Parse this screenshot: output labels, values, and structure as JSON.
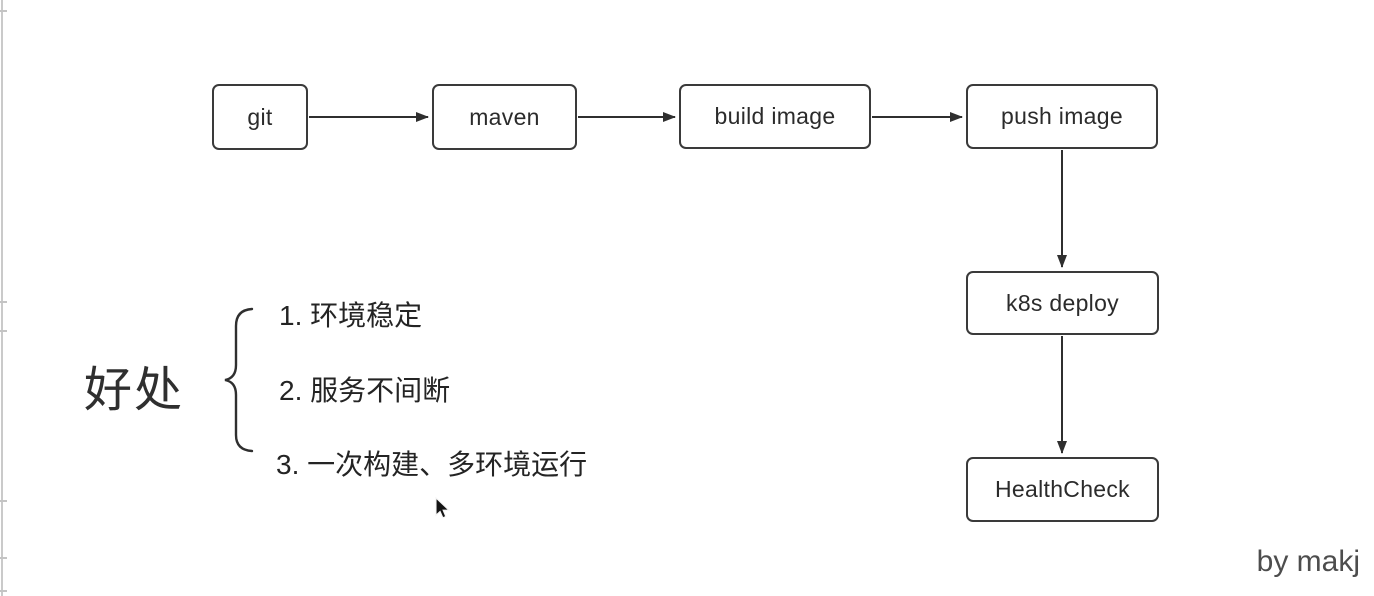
{
  "diagram": {
    "nodes": [
      {
        "id": "git",
        "label": "git"
      },
      {
        "id": "maven",
        "label": "maven"
      },
      {
        "id": "build_image",
        "label": "build image"
      },
      {
        "id": "push_image",
        "label": "push image"
      },
      {
        "id": "k8s_deploy",
        "label": "k8s deploy"
      },
      {
        "id": "healthcheck",
        "label": "HealthCheck"
      }
    ],
    "edges": [
      {
        "from": "git",
        "to": "maven"
      },
      {
        "from": "maven",
        "to": "build_image"
      },
      {
        "from": "build_image",
        "to": "push_image"
      },
      {
        "from": "push_image",
        "to": "k8s_deploy"
      },
      {
        "from": "k8s_deploy",
        "to": "healthcheck"
      }
    ]
  },
  "benefits": {
    "heading": "好处",
    "items": [
      "1. 环境稳定",
      "2. 服务不间断",
      "3. 一次构建、多环境运行"
    ]
  },
  "signature": "by makj",
  "colors": {
    "background": "#ffffff",
    "node_border": "#3a3a3a",
    "node_text": "#2b2b2b",
    "arrow": "#2f2f2f",
    "benefit_text": "#242424",
    "signature_text": "#4d4d4d",
    "ruler_edge": "#cacaca"
  }
}
